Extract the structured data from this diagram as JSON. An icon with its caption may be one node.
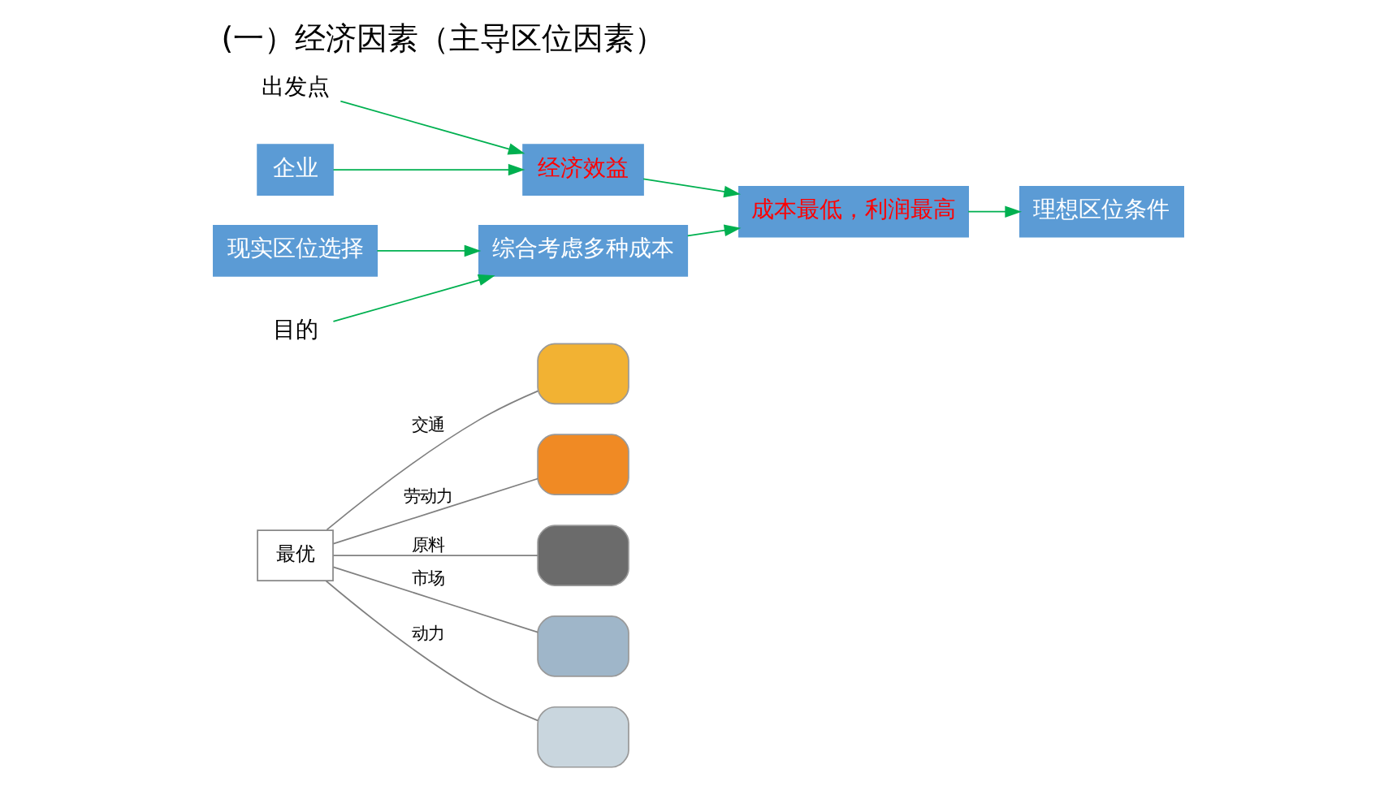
{
  "diagram": {
    "title": "(一）经济因素（主导区位因素）",
    "nodes": [
      {
        "text": [
          "最优"
        ]
      },
      {
        "text": [],
        "shape": "box"
      },
      {
        "text": [],
        "shape": "box"
      },
      {
        "text": [],
        "shape": "box"
      },
      {
        "text": [],
        "shape": "box"
      },
      {
        "text": [],
        "shape": "box"
      },
      {
        "text": [
          "出发点"
        ]
      },
      {
        "text": [
          "目的"
        ]
      },
      {
        "text": [
          "企业"
        ]
      },
      {
        "text": [
          "经济效益"
        ]
      },
      {
        "text": [
          "成本最低，利润最高"
        ]
      },
      {
        "text": [
          "理想区位条件"
        ]
      },
      {
        "text": [
          "综合考虑多种成本"
        ]
      },
      {
        "text": [
          "现实区位选择"
        ]
      }
    ],
    "edges": [
      {
        "from": 0,
        "to": 1,
        "arrow": "none",
        "label": "交通",
        "color": "#808080"
      },
      {
        "from": 0,
        "to": 2,
        "arrow": "none",
        "label": "劳动力",
        "color": "#808080"
      },
      {
        "from": 0,
        "to": 3,
        "arrow": "none",
        "label": "原料",
        "color": "#808080"
      },
      {
        "from": 0,
        "to": 4,
        "arrow": "none",
        "label": "市场",
        "color": "#808080"
      },
      {
        "from": 0,
        "to": 5,
        "arrow": "none",
        "label": "动力",
        "color": "#808080"
      },
      {
        "from": 6,
        "to": 9,
        "arrow": "to"
      },
      {
        "from": 8,
        "to": 9,
        "arrow": "to"
      },
      {
        "from": 9,
        "to": 10,
        "arrow": "to"
      },
      {
        "from": 10,
        "to": 11,
        "arrow": "to"
      },
      {
        "from": 12,
        "to": 10,
        "arrow": "to"
      },
      {
        "from": 13,
        "to": 12,
        "arrow": "to"
      },
      {
        "from": 7,
        "to": 12,
        "arrow": "to"
      }
    ]
  }
}
